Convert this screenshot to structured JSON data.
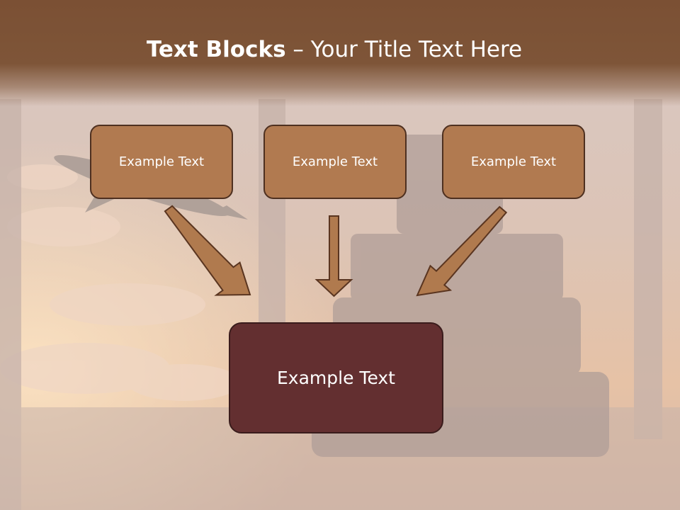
{
  "slide": {
    "title_bold": "Text Blocks",
    "title_dash": " – ",
    "title_rest": "Your Title Text Here"
  },
  "blocks": [
    {
      "label": "Example Text"
    },
    {
      "label": "Example Text"
    },
    {
      "label": "Example Text"
    }
  ],
  "target": {
    "label": "Example Text"
  },
  "colors": {
    "header": "#7b5034",
    "block_fill": "#b17a50",
    "block_border": "#4e3020",
    "target_fill": "#632f30",
    "arrow_fill": "#b07a4e"
  }
}
